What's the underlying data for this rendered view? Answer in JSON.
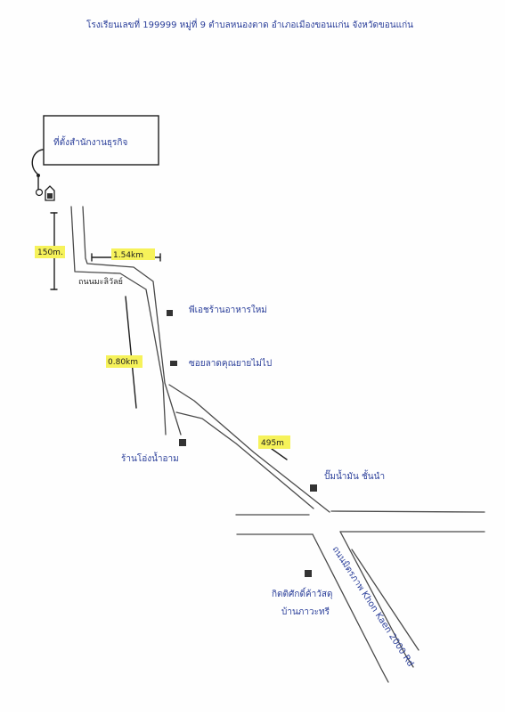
{
  "map": {
    "header_text": "โรงเรียนเลขที่ 199999 หมู่ที่ 9 ตำบลหนองตาด อำเภอเมืองขอนแก่น จังหวัดขอนแก่น",
    "start_box_label": "ที่ตั้งสำนักงานธุรกิจ",
    "road_label_upper": "ถนนมะลิวัลย์",
    "road_label_diagonal": "ถนนมิตรภาพ Khon Kaen 2000 Rd",
    "landmarks": {
      "upper_right": "พีเอชร้านอาหารใหม่",
      "middle_right": "ซอยลาดคุณยายไม่ไป",
      "left_bottom": "ร้านโอ่งน้ำอาม",
      "junction": "ปั๊มน้ำมัน ชั้นนำ",
      "lower_right_line1": "กิตติศักดิ์ค้าวัสดุ",
      "lower_right_line2": "บ้านภาวะทรี"
    },
    "distances": {
      "vertical_top": "150m.",
      "horizontal_top": "1.54km",
      "vertical_middle": "0.80km",
      "diagonal": "495m"
    },
    "colors": {
      "ink": "#4a4a4a",
      "blue_ink": "#2b3f9a",
      "highlight": "#f6f25a"
    }
  }
}
